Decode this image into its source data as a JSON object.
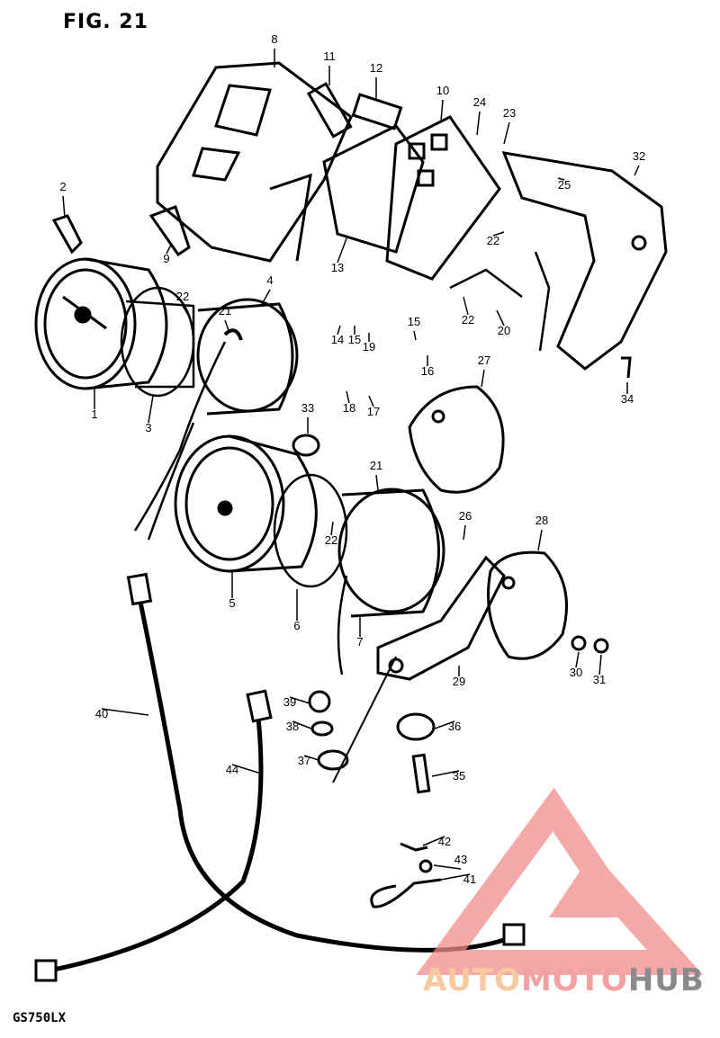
{
  "figure": {
    "title": "FIG. 21",
    "model": "GS750LX"
  },
  "watermark": {
    "part1": "AUTO",
    "part2": "MOTO",
    "part3": "HUB",
    "colors": {
      "auto": "#f6c9a0",
      "moto": "#f3a0a0",
      "hub": "#8a8a8a",
      "logo": "#f28b8b"
    }
  },
  "callouts": [
    {
      "id": "c1",
      "label": "1"
    },
    {
      "id": "c2",
      "label": "2"
    },
    {
      "id": "c3",
      "label": "3"
    },
    {
      "id": "c4",
      "label": "4"
    },
    {
      "id": "c5",
      "label": "5"
    },
    {
      "id": "c6",
      "label": "6"
    },
    {
      "id": "c7",
      "label": "7"
    },
    {
      "id": "c8",
      "label": "8"
    },
    {
      "id": "c9",
      "label": "9"
    },
    {
      "id": "c10",
      "label": "10"
    },
    {
      "id": "c11",
      "label": "11"
    },
    {
      "id": "c12",
      "label": "12"
    },
    {
      "id": "c13",
      "label": "13"
    },
    {
      "id": "c14",
      "label": "14"
    },
    {
      "id": "c15a",
      "label": "15"
    },
    {
      "id": "c15b",
      "label": "15"
    },
    {
      "id": "c16",
      "label": "16"
    },
    {
      "id": "c17",
      "label": "17"
    },
    {
      "id": "c18",
      "label": "18"
    },
    {
      "id": "c19",
      "label": "19"
    },
    {
      "id": "c20",
      "label": "20"
    },
    {
      "id": "c21a",
      "label": "21"
    },
    {
      "id": "c21b",
      "label": "21"
    },
    {
      "id": "c22a",
      "label": "22"
    },
    {
      "id": "c22b",
      "label": "22"
    },
    {
      "id": "c22c",
      "label": "22"
    },
    {
      "id": "c22d",
      "label": "22"
    },
    {
      "id": "c23",
      "label": "23"
    },
    {
      "id": "c24",
      "label": "24"
    },
    {
      "id": "c25",
      "label": "25"
    },
    {
      "id": "c26",
      "label": "26"
    },
    {
      "id": "c27",
      "label": "27"
    },
    {
      "id": "c28",
      "label": "28"
    },
    {
      "id": "c29",
      "label": "29"
    },
    {
      "id": "c30",
      "label": "30"
    },
    {
      "id": "c31",
      "label": "31"
    },
    {
      "id": "c32",
      "label": "32"
    },
    {
      "id": "c33",
      "label": "33"
    },
    {
      "id": "c34",
      "label": "34"
    },
    {
      "id": "c35",
      "label": "35"
    },
    {
      "id": "c36",
      "label": "36"
    },
    {
      "id": "c37",
      "label": "37"
    },
    {
      "id": "c38",
      "label": "38"
    },
    {
      "id": "c39",
      "label": "39"
    },
    {
      "id": "c40",
      "label": "40"
    },
    {
      "id": "c41",
      "label": "41"
    },
    {
      "id": "c42",
      "label": "42"
    },
    {
      "id": "c43",
      "label": "43"
    },
    {
      "id": "c44",
      "label": "44"
    }
  ]
}
